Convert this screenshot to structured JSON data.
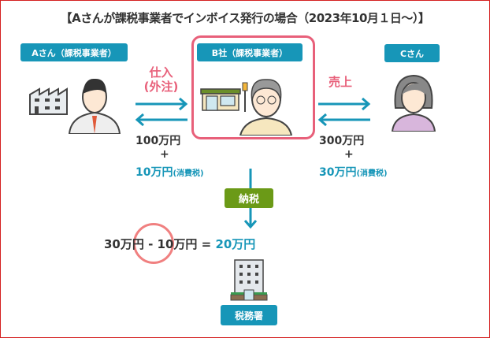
{
  "title": "【Aさんが課税事業者でインボイス発行の場合（2023年10月１日～）】",
  "parties": {
    "a": "Aさん（課税事業者）",
    "b": "B社（課税事業者）",
    "c": "Cさん"
  },
  "flows": {
    "purchase": [
      "仕入",
      "(外注)"
    ],
    "sales": "売上"
  },
  "left_amount": {
    "base": "100万円",
    "plus": "+",
    "tax": "10万円",
    "tax_note": "(消費税)"
  },
  "right_amount": {
    "base": "300万円",
    "plus": "+",
    "tax": "30万円",
    "tax_note": "(消費税)"
  },
  "payment_label": "納税",
  "equation": {
    "lhs": "30万円 - 10万円 = ",
    "result": "20万円"
  },
  "tax_office": "税務署",
  "colors": {
    "accent": "#1796b8",
    "pink": "#e8607a",
    "green": "#6b9a17",
    "border": "#d42020"
  }
}
